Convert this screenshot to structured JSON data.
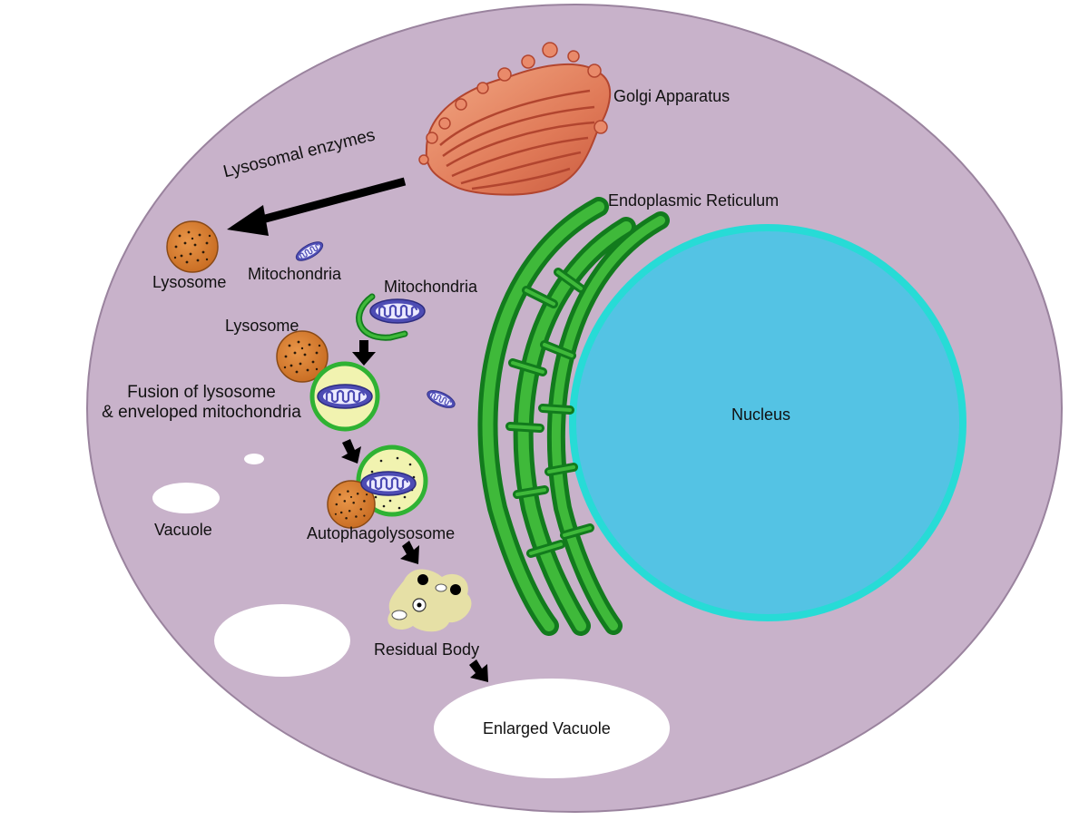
{
  "labels": {
    "golgi": "Golgi Apparatus",
    "lysosomal_enzymes": "Lysosomal enzymes",
    "endoplasmic_reticulum": "Endoplasmic Reticulum",
    "lysosome_1": "Lysosome",
    "mitochondria_1": "Mitochondria",
    "mitochondria_2": "Mitochondria",
    "lysosome_2": "Lysosome",
    "fusion_line1": "Fusion of lysosome",
    "fusion_line2": "& enveloped mitochondria",
    "nucleus": "Nucleus",
    "vacuole": "Vacuole",
    "autophagolysosome": "Autophagolysosome",
    "residual_body": "Residual Body",
    "enlarged_vacuole": "Enlarged Vacuole"
  },
  "colors": {
    "cytoplasm": "#c8b2ca",
    "cell_border": "#9a839e",
    "nucleus_fill": "#54c3e4",
    "nucleus_border": "#27dbd6",
    "er_light": "#3fb93a",
    "er_dark": "#127b1d",
    "golgi_fill": "#e98a6a",
    "golgi_line": "#b2452f",
    "lysosome": "#d17a2e",
    "mitochondria_fill": "#4d4cb4",
    "mitochondria_light": "#e8e8ff",
    "vesicle_fill": "#f1f3b0",
    "vesicle_border": "#2fb233",
    "residual_body": "#e6e0a6",
    "vacuole": "#ffffff",
    "arrow": "#000000"
  },
  "icons": {
    "golgi": "golgi-apparatus-icon",
    "lysosome": "lysosome-icon",
    "mitochondrion": "mitochondrion-icon",
    "arrow": "arrow-icon"
  }
}
